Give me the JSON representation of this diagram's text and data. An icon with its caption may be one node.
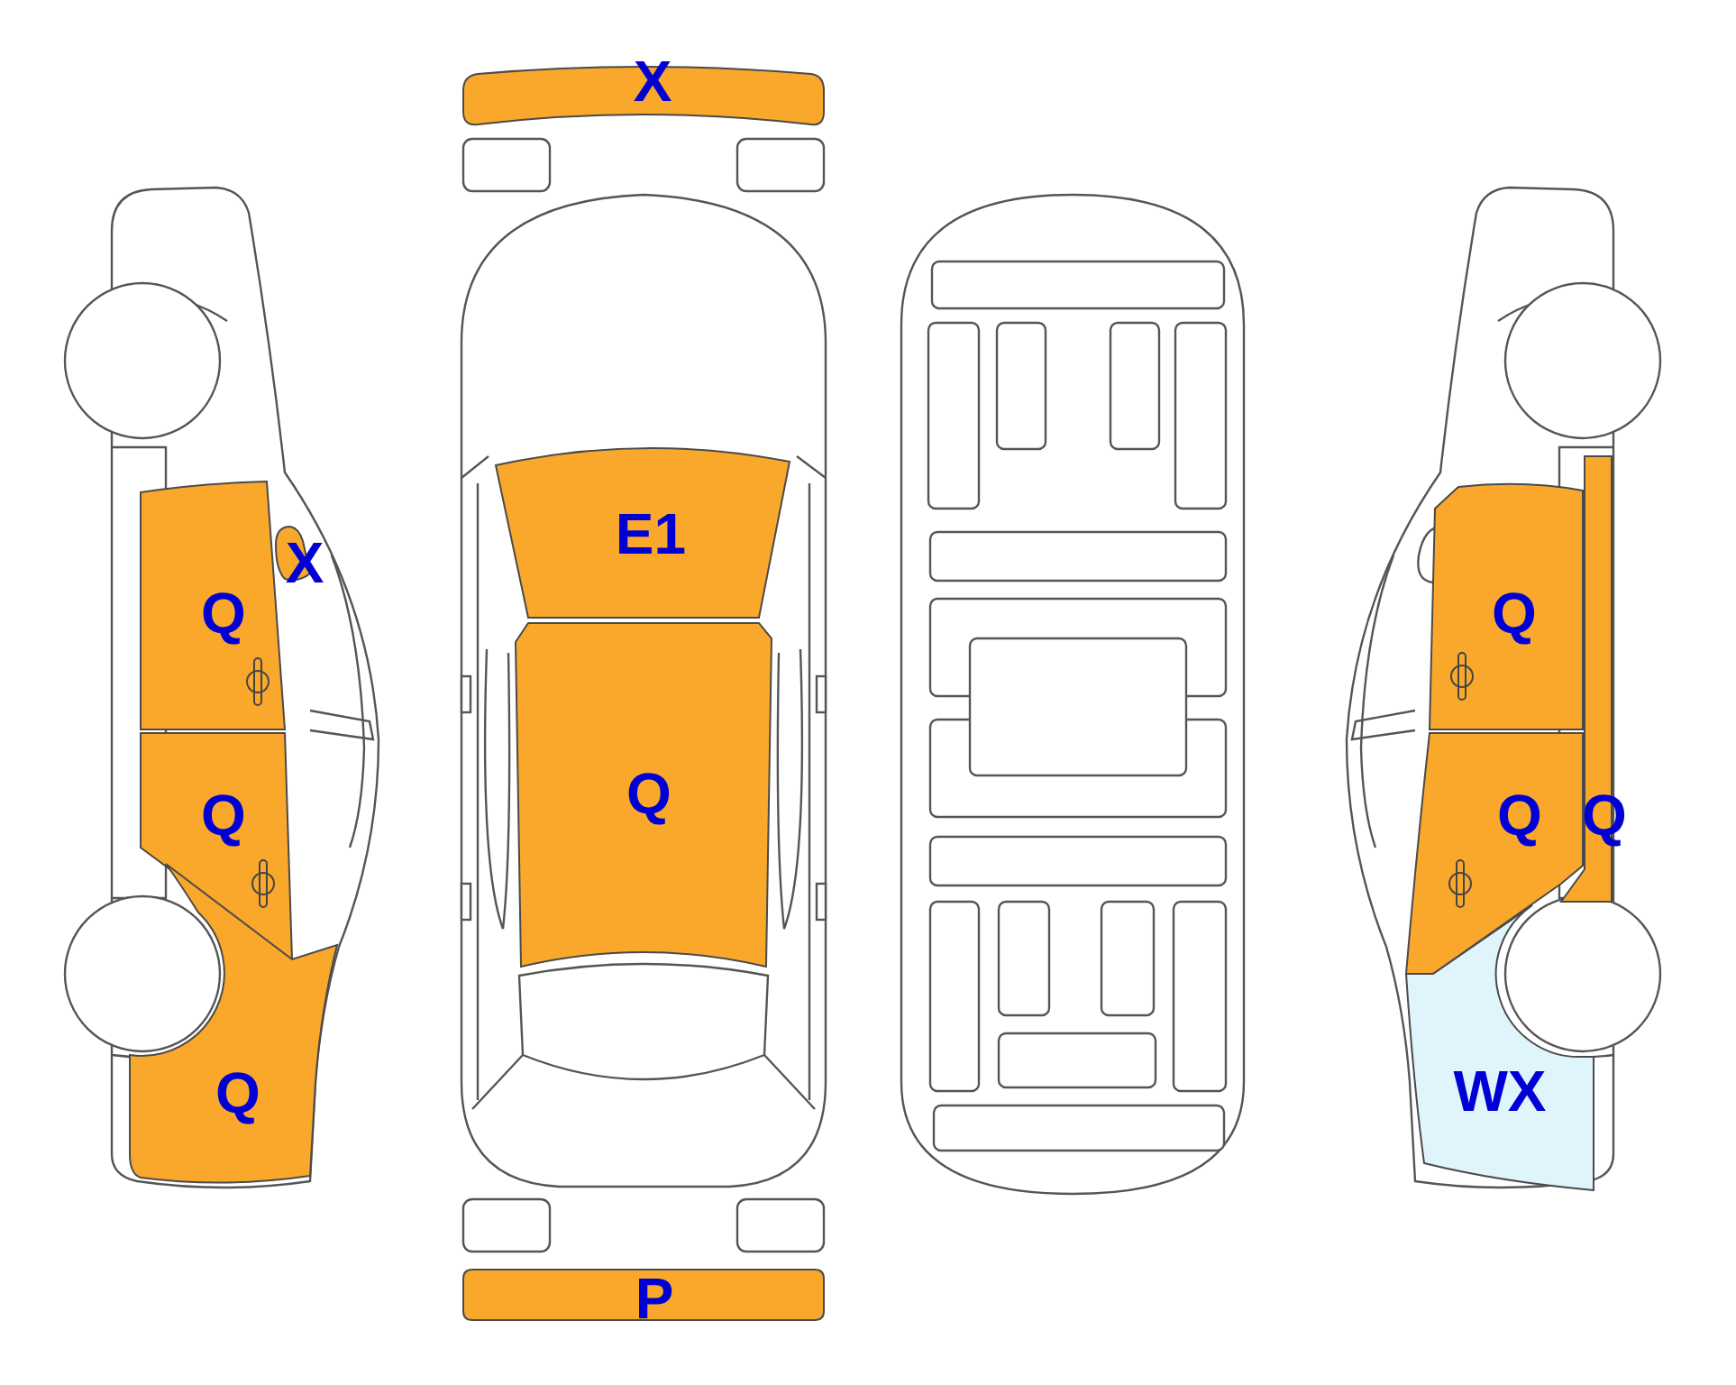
{
  "diagram": {
    "nodes": [
      {
        "text": [
          "X"
        ]
      },
      {
        "text": [
          "Q"
        ]
      },
      {
        "text": [
          "Q"
        ]
      },
      {
        "text": [
          "Q"
        ]
      },
      {
        "text": [
          "X"
        ]
      },
      {
        "text": [
          "E1"
        ]
      },
      {
        "text": [
          "Q"
        ]
      },
      {
        "text": [
          "P"
        ]
      },
      {
        "text": [
          "Q"
        ]
      },
      {
        "text": [
          "Q"
        ]
      },
      {
        "text": [
          "Q"
        ]
      },
      {
        "text": [
          "WX"
        ]
      }
    ]
  }
}
